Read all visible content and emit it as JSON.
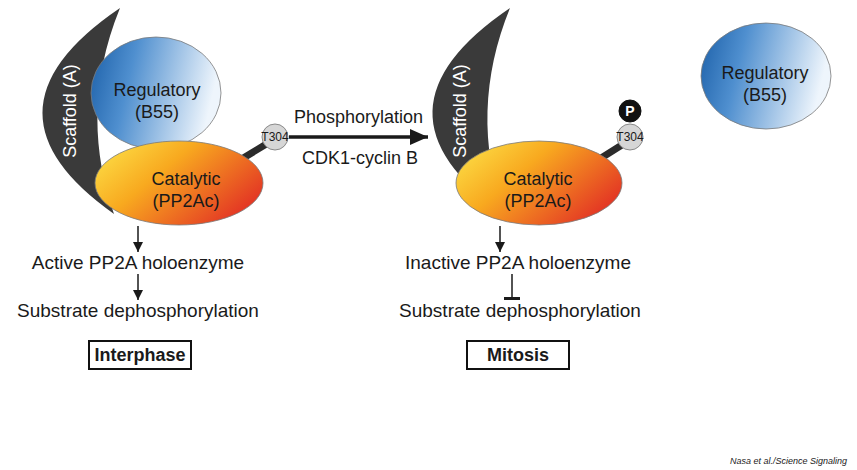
{
  "diagram": {
    "nodes": [
      {
        "text": [
          "Scaffold (A)"
        ]
      },
      {
        "text": [
          "Regulatory (B55)"
        ]
      },
      {
        "text": [
          "Catalytic (PP2Ac)"
        ]
      },
      {
        "text": [
          "T304"
        ]
      },
      {
        "text": [
          "Active PP2A holoenzyme"
        ]
      },
      {
        "text": [
          "Substrate dephosphorylation"
        ]
      },
      {
        "text": [
          "Interphase"
        ]
      },
      {
        "text": [
          "Scaffold (A)"
        ]
      },
      {
        "text": [
          "Catalytic (PP2Ac)"
        ]
      },
      {
        "text": [
          "T304"
        ]
      },
      {
        "text": [
          "P"
        ]
      },
      {
        "text": [
          "Regulatory (B55)"
        ]
      },
      {
        "text": [
          "Inactive PP2A holoenzyme"
        ]
      },
      {
        "text": [
          "Substrate dephosphorylation"
        ]
      },
      {
        "text": [
          "Mitosis"
        ]
      }
    ],
    "edges": [
      {
        "from": 2,
        "to": 4,
        "arrow": "to"
      },
      {
        "from": 4,
        "to": 5,
        "arrow": "to"
      },
      {
        "from": 3,
        "to": 7,
        "label": "Phosphorylation",
        "arrow": "to"
      },
      {
        "from": 8,
        "to": 12,
        "arrow": "to"
      },
      {
        "from": 12,
        "to": 13,
        "arrow": "none"
      }
    ],
    "labels": [
      "CDK1-cyclin B",
      "Nasa et al./Science Signaling"
    ]
  }
}
